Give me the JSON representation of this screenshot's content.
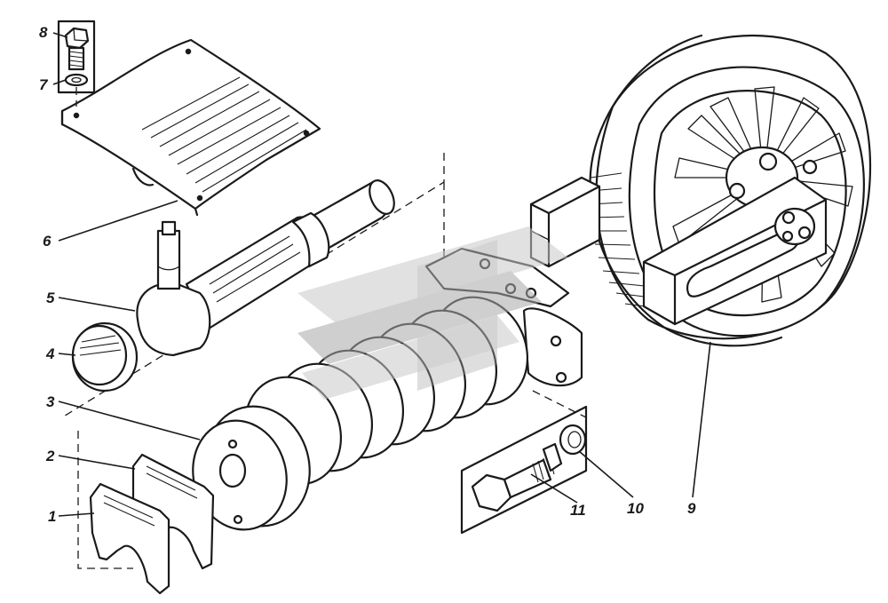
{
  "callouts": [
    {
      "id": "1",
      "label": "1"
    },
    {
      "id": "2",
      "label": "2"
    },
    {
      "id": "3",
      "label": "3"
    },
    {
      "id": "4",
      "label": "4"
    },
    {
      "id": "5",
      "label": "5"
    },
    {
      "id": "6",
      "label": "6"
    },
    {
      "id": "7",
      "label": "7"
    },
    {
      "id": "8",
      "label": "8"
    },
    {
      "id": "9",
      "label": "9"
    },
    {
      "id": "10",
      "label": "10"
    },
    {
      "id": "11",
      "label": "11"
    }
  ],
  "colors": {
    "ink": "#1a1a1a",
    "paper": "#ffffff",
    "watermark_light": "#c9c9c9",
    "watermark_dark": "#a8a8a8"
  }
}
